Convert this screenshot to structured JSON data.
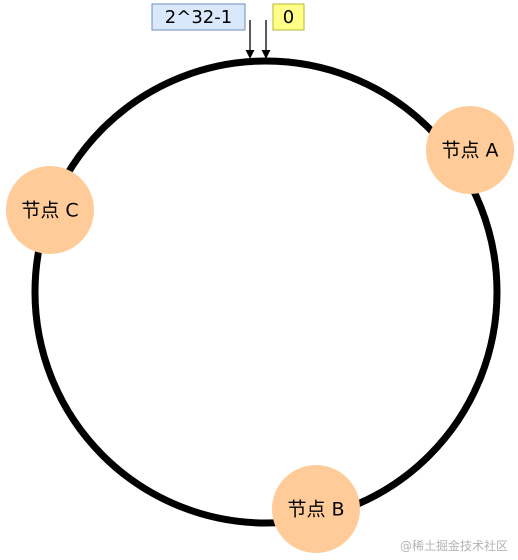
{
  "ring": {
    "start_label": "2^32-1",
    "end_label": "0",
    "start_box_color": "#dae8fc",
    "start_box_border": "#6c8ebf",
    "end_box_color": "#ffff88",
    "end_box_border": "#b5b535",
    "ring_color": "#000000"
  },
  "nodes": [
    {
      "label": "节点 A",
      "fill": "#ffcc99"
    },
    {
      "label": "节点 B",
      "fill": "#ffcc99"
    },
    {
      "label": "节点 C",
      "fill": "#ffcc99"
    }
  ],
  "watermark": "@稀土掘金技术社区"
}
